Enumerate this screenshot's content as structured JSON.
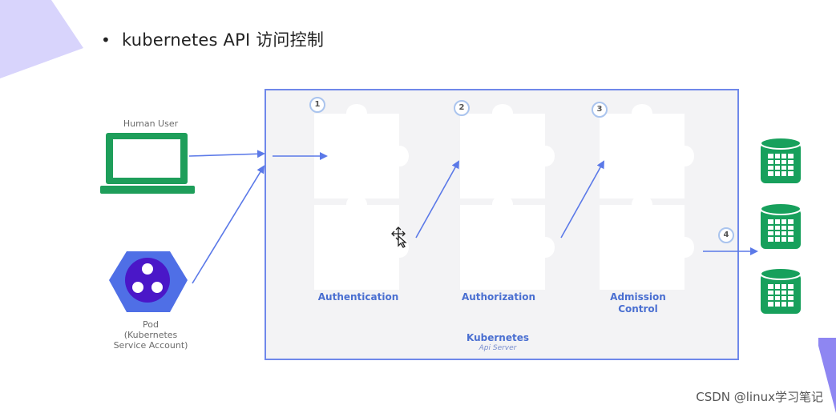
{
  "heading": {
    "bullet": "•",
    "text": "kubernetes API 访问控制"
  },
  "clients": {
    "human_user_label": "Human User",
    "pod_label_line1": "Pod",
    "pod_label_line2": "(Kubernetes",
    "pod_label_line3": "Service Account)"
  },
  "api_server": {
    "title": "Kubernetes",
    "subtitle": "Api Server",
    "steps": [
      {
        "number": "1",
        "label": "Authentication"
      },
      {
        "number": "2",
        "label": "Authorization"
      },
      {
        "number": "3",
        "label_line1": "Admission",
        "label_line2": "Control"
      },
      {
        "number": "4"
      }
    ]
  },
  "watermark": "CSDN @linux学习笔记",
  "colors": {
    "arrow": "#5b79e8",
    "box_border": "#6f88ea",
    "box_fill": "#f3f3f5",
    "laptop": "#1e9e5a",
    "pod_hex": "#4f6fe6",
    "pod_circle": "#4a17c8",
    "database": "#17a05c",
    "corner_shape": "#c9c4fb"
  },
  "icons": [
    "laptop-icon",
    "pod-icon",
    "puzzle-piece-icon",
    "database-icon",
    "move-cursor-icon"
  ]
}
